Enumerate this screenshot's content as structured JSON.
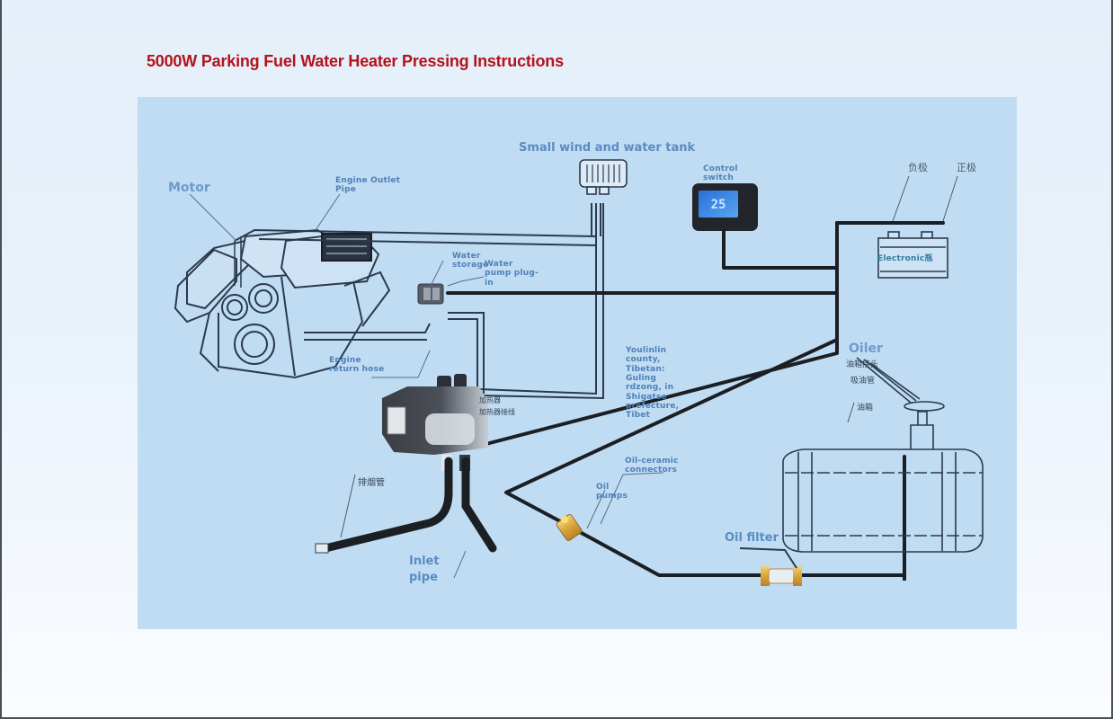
{
  "title": "5000W Parking Fuel Water Heater Pressing Instructions",
  "colors": {
    "title": "#b5121b",
    "panel_background": "#c0dcf2",
    "label_text": "#5a8cc3",
    "wire": "#1b1f24",
    "line_art": "#2b3a4e",
    "control_screen": "#2e7fe0",
    "fitting_brass": "#e0b24a"
  },
  "diagram": {
    "components": [
      {
        "id": "motor",
        "label": "Motor"
      },
      {
        "id": "engine-outlet-pipe",
        "label": "Engine Outlet Pipe"
      },
      {
        "id": "small-wind-and-water-tank",
        "label": "Small wind and water tank"
      },
      {
        "id": "control-switch",
        "label": "Control switch"
      },
      {
        "id": "battery",
        "label": "Electronic",
        "extra_glyph": "瓶"
      },
      {
        "id": "water-storage",
        "label": "Water storage"
      },
      {
        "id": "water-pump-plug-in",
        "label": "Water pump plug-in"
      },
      {
        "id": "engine-return-hose",
        "label": "Engine return hose"
      },
      {
        "id": "heater-unit",
        "label": ""
      },
      {
        "id": "location-note",
        "label": "Youlinlin county, Tibetan: Guling rdzong, in Shigatse prefecture, Tibet"
      },
      {
        "id": "oiler",
        "label": "Oiler"
      },
      {
        "id": "oil-ceramic-connectors",
        "label": "Oil-ceramic connectors"
      },
      {
        "id": "oil-pumps",
        "label": "Oil pumps"
      },
      {
        "id": "oil-filter",
        "label": "Oil filter"
      },
      {
        "id": "inlet-pipe",
        "label": "Inlet pipe"
      },
      {
        "id": "fuel-tank",
        "label": ""
      }
    ],
    "chinese_marks": {
      "battery_negative": "负极",
      "battery_positive": "正极",
      "heater_note_1": "加热器",
      "heater_note_2": "加热器接线",
      "oiler_note_1": "油箱接头",
      "oiler_note_2": "吸油管",
      "oiler_note_3": "油箱",
      "exhaust_pipe": "排烟管"
    },
    "control_display": "25"
  }
}
